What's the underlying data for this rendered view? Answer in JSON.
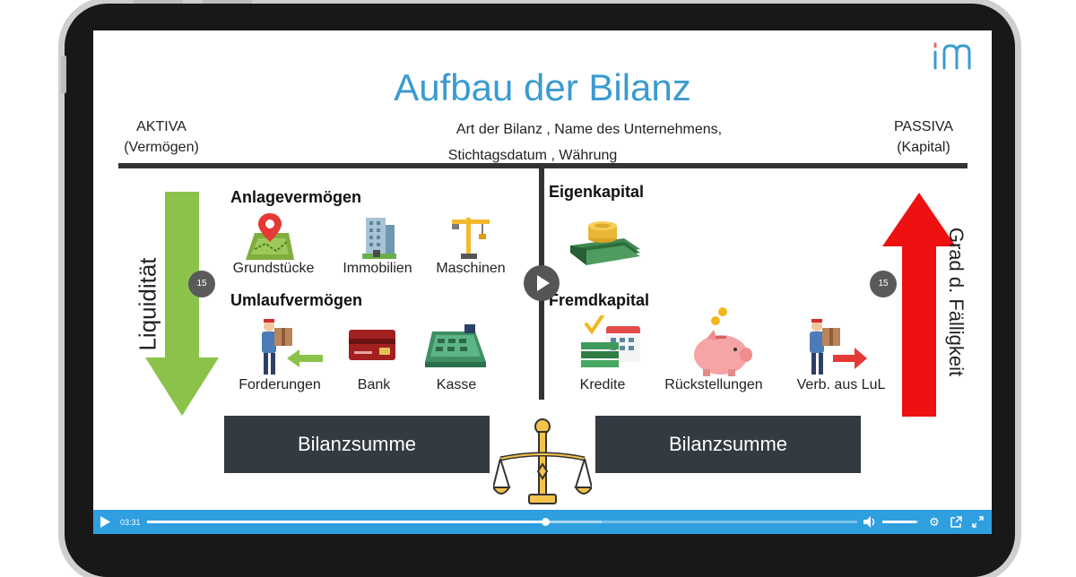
{
  "slide": {
    "title": "Aufbau der Bilanz",
    "aktiva": {
      "line1": "AKTIVA",
      "line2": "(Vermögen)"
    },
    "passiva": {
      "line1": "PASSIVA",
      "line2": "(Kapital)"
    },
    "header_center": {
      "line1": "Art der Bilanz , Name des Unternehmens,",
      "line2": "Stichtagsdatum , Währung"
    },
    "liquiditaet": "Liquidität",
    "faelligkeit": "Grad d. Fälligkeit",
    "anlagevermoegen": {
      "title": "Anlagevermögen",
      "items": [
        {
          "label": "Grundstücke",
          "icon": "land-plot-icon"
        },
        {
          "label": "Immobilien",
          "icon": "building-icon"
        },
        {
          "label": "Maschinen",
          "icon": "crane-icon"
        }
      ]
    },
    "umlaufvermoegen": {
      "title": "Umlaufvermögen",
      "items": [
        {
          "label": "Forderungen",
          "icon": "courier-icon"
        },
        {
          "label": "Bank",
          "icon": "credit-card-icon"
        },
        {
          "label": "Kasse",
          "icon": "cash-register-icon"
        }
      ]
    },
    "eigenkapital": {
      "title": "Eigenkapital",
      "icon": "money-stack-icon"
    },
    "fremdkapital": {
      "title": "Fremdkapital",
      "items": [
        {
          "label": "Kredite",
          "icon": "loan-calendar-icon"
        },
        {
          "label": "Rückstellungen",
          "icon": "piggy-bank-icon"
        },
        {
          "label": "Verb. aus LuL",
          "icon": "delivery-icon"
        }
      ]
    },
    "bilanzsumme_left": "Bilanzsumme",
    "bilanzsumme_right": "Bilanzsumme",
    "skip_back": "15",
    "skip_forward": "15"
  },
  "player": {
    "current_time": "03:31",
    "progress": 0.56,
    "buffered": 0.64,
    "volume": 0.95,
    "accent": "#2f9fe0"
  },
  "colors": {
    "title": "#3a9bd1",
    "green_arrow": "#8bc34a",
    "red_arrow": "#ee1111",
    "sum_box": "#333a40"
  }
}
